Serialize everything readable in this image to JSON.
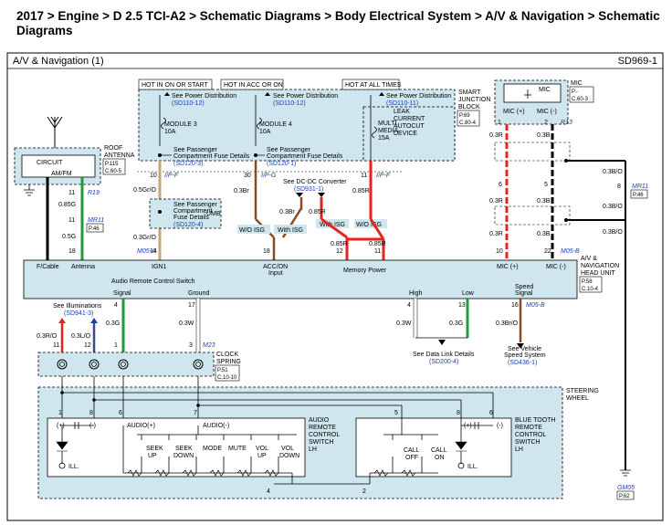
{
  "breadcrumb": "2017 > Engine > D 2.5 TCI-A2 > Schematic Diagrams > Body Electrical System > A/V & Navigation > Schematic Diagrams",
  "sheet": {
    "title": "A/V & Navigation (1)",
    "code": "SD969-1"
  },
  "colors": {
    "panel": "#cfe6ee",
    "red": "#e8231c",
    "green": "#1f9a3c",
    "brown": "#8a4a24",
    "tan": "#c7a57a",
    "black": "#000000",
    "white": "#ffffff",
    "link": "#1a3fb0"
  },
  "power_labels": {
    "hot_on_start": "HOT IN ON OR START",
    "hot_acc_on": "HOT IN ACC OR ON",
    "hot_all_times": "HOT AT ALL TIMES"
  },
  "power_distribution": {
    "see": "See Power Distribution",
    "ref1": "(SD110-12)",
    "ref2": "(SD110-12)",
    "ref3": "(SD110-11)"
  },
  "smart_junction": {
    "label1": "SMART",
    "label2": "JUNCTION",
    "label3": "BLOCK",
    "ref1": "P.69",
    "ref2": "C.80-4"
  },
  "fuses": {
    "m3a": "MODULE 3",
    "m3b": "10A",
    "m4a": "MODULE 4",
    "m4b": "10A",
    "mma": "MULTI",
    "mmb": "MEDIA",
    "mmc": "15A",
    "leak1": "LEAK",
    "leak2": "CURRENT",
    "leak3": "AUTOCUT",
    "leak4": "DEVICE"
  },
  "fuse_details": {
    "a1": "See Passenger",
    "a2": "Compartment Fuse Details",
    "a_ref": "(SD120-3)",
    "b1": "See Passenger",
    "b2": "Compartment Fuse Details",
    "b_ref": "(SD120-1)"
  },
  "umb": {
    "l1": "See Passenger",
    "l2": "Compartment",
    "l3": "Fuse Details",
    "ref": "(SD120-4)",
    "tag": "UMB"
  },
  "dcdc": {
    "l1": "See DC-DC Converter",
    "ref": "(SD931-1)"
  },
  "isg": {
    "wo1": "W/O ISG",
    "with1": "With ISG",
    "with2": "With ISG",
    "wo2": "W/O ISG"
  },
  "conn_ipf": "I/P-F",
  "conn_ipg": "I/P-G",
  "conn_ipf2": "I/P-F",
  "pins": {
    "p10": "10",
    "p30": "30",
    "p11": "11",
    "p18": "18",
    "p14": "14",
    "p12": "12",
    "p22": "22",
    "p1": "1",
    "p2": "2",
    "p3": "3",
    "p4": "4",
    "p5": "5",
    "p6": "6",
    "p7": "7",
    "p8": "8",
    "p13": "13",
    "p16": "16",
    "p17": "17"
  },
  "wires": {
    "w05gro": "0.5Gr/O",
    "w03gro": "0.3Gr/O",
    "w03br": "0.3Br",
    "w085r1": "0.85R",
    "w085r2": "0.85R",
    "w085r3": "0.85R",
    "w03r2": "0.3R",
    "w085r4": "0.85R",
    "w085g": "0.85G",
    "w05g": "0.5G",
    "w03r_a": "0.3R",
    "w03r_b": "0.3R",
    "w03r_c": "0.3R",
    "w03b_a": "0.3B",
    "w03b_b": "0.3B",
    "w03b_c": "0.3B",
    "w03bo_a": "0.3B/O",
    "w03bo_b": "0.3B/O",
    "w03bo_c": "0.3B/O",
    "w03g": "0.3G",
    "w03w": "0.3W",
    "w03w2": "0.3W",
    "w03g2": "0.3G",
    "w03bro": "0.3Br/O",
    "w03ro": "0.3R/O",
    "w03lo": "0.3L/O"
  },
  "roof_antenna": {
    "l1": "ROOF",
    "l2": "ANTENNA",
    "ref1": "P.115",
    "ref2": "C.60-5",
    "circuit": "CIRCUIT",
    "amfm": "AM/FM"
  },
  "conn_r19": "R19",
  "conn_mr11": "MR11",
  "conn_mr11_ref": "P.46",
  "conn_m05a": "M05-A",
  "conn_m05b": "M05-B",
  "conn_m05b2": "M05-B",
  "conn_r13": "R13",
  "conn_mr11b": "MR11",
  "conn_mr11b_ref": "P.46",
  "conn_m23": "M23",
  "conn_gm05": "GM05",
  "conn_gm05_ref": "P.62",
  "mic": {
    "label": "MIC",
    "ref1": "P.-",
    "ref2": "C.60-3",
    "inner": "MIC",
    "plus": "MIC (+)",
    "minus": "MIC (-)"
  },
  "head_unit": {
    "l1": "A/V &",
    "l2": "NAVIGATION",
    "l3": "HEAD UNIT",
    "ref1": "P.58",
    "ref2": "C.10-4",
    "fcable": "F/Cable",
    "antenna": "Antenna",
    "ign1": "IGN1",
    "accon1": "ACC/ON",
    "accon2": "Input",
    "memory": "Memory Power",
    "micp": "MIC (+)",
    "micm": "MIC (-)",
    "arcs": "Audio Remote Control Switch",
    "signal": "Signal",
    "ground": "Ground",
    "high": "High",
    "low": "Low",
    "speed1": "Speed",
    "speed2": "Signal"
  },
  "illum": {
    "l1": "See Illuminations",
    "ref": "(SD941-3)"
  },
  "data_link": {
    "l1": "See Data Link Details",
    "ref": "(SD200-4)"
  },
  "vss": {
    "l1": "See Vehicle",
    "l2": "Speed System",
    "ref": "(SD436-1)"
  },
  "clock_spring": {
    "l1": "CLOCK",
    "l2": "SPRING",
    "ref1": "P.51",
    "ref2": "C.10-10"
  },
  "steering": {
    "l1": "STEERING",
    "l2": "WHEEL"
  },
  "audio_sw": {
    "l1": "AUDIO",
    "l2": "REMOTE",
    "l3": "CONTROL",
    "l4": "SWITCH",
    "l5": "LH",
    "ill": "ILL.",
    "plus": "(+)",
    "minus": "(-)",
    "aplus": "AUDIO(+)",
    "aminus": "AUDIO(-)",
    "seek_up1": "SEEK",
    "seek_up2": "UP",
    "seek_dn1": "SEEK",
    "seek_dn2": "DOWN",
    "mode": "MODE",
    "mute": "MUTE",
    "volu1": "VOL",
    "volu2": "UP",
    "vold1": "VOL",
    "vold2": "DOWN"
  },
  "bt_sw": {
    "l1": "BLUE TOOTH",
    "l2": "REMOTE",
    "l3": "CONTROL",
    "l4": "SWITCH",
    "l5": "LH",
    "ill": "ILL.",
    "plus": "(+)",
    "minus": "(-)",
    "call_off1": "CALL",
    "call_off2": "OFF",
    "call_on1": "CALL",
    "call_on2": "ON"
  }
}
